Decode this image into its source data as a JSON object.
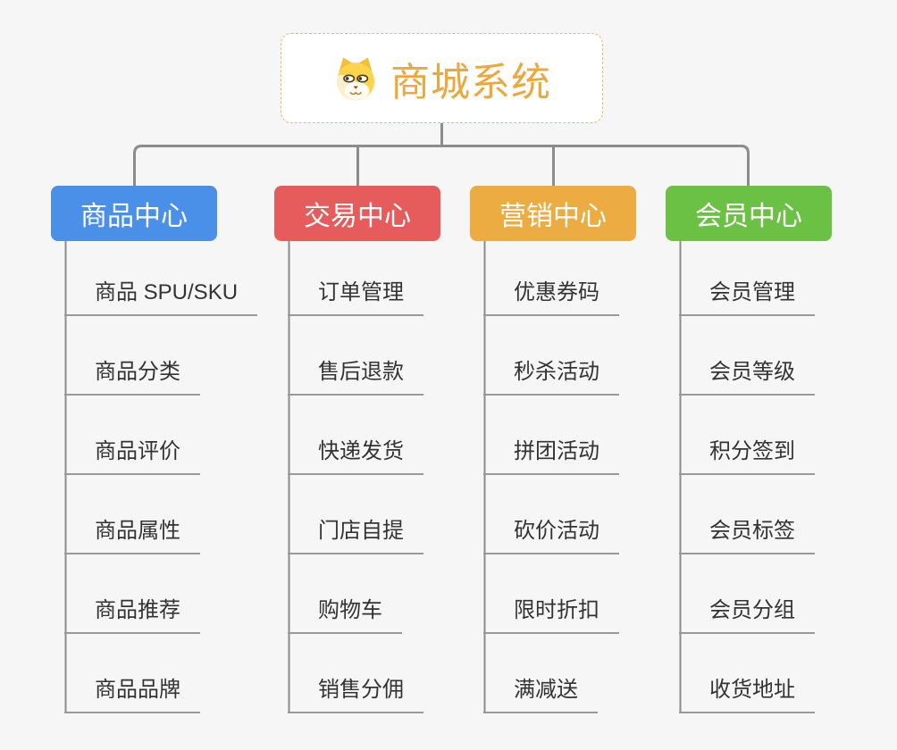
{
  "root": {
    "title": "商城系统",
    "icon": "dog-face-icon",
    "title_color": "#EDA83D",
    "border_color": "#F2B865"
  },
  "branches": [
    {
      "label": "商品中心",
      "color": "#4A90E8",
      "children": [
        "商品 SPU/SKU",
        "商品分类",
        "商品评价",
        "商品属性",
        "商品推荐",
        "商品品牌"
      ]
    },
    {
      "label": "交易中心",
      "color": "#E65B5B",
      "children": [
        "订单管理",
        "售后退款",
        "快递发货",
        "门店自提",
        "购物车",
        "销售分佣"
      ]
    },
    {
      "label": "营销中心",
      "color": "#ECAC41",
      "children": [
        "优惠券码",
        "秒杀活动",
        "拼团活动",
        "砍价活动",
        "限时折扣",
        "满减送"
      ]
    },
    {
      "label": "会员中心",
      "color": "#6AC144",
      "children": [
        "会员管理",
        "会员等级",
        "积分签到",
        "会员标签",
        "会员分组",
        "收货地址"
      ]
    }
  ],
  "colors": {
    "background": "#F6F6F6",
    "connector": "#8C8C8C",
    "underline": "#999999",
    "item_text": "#333333"
  }
}
